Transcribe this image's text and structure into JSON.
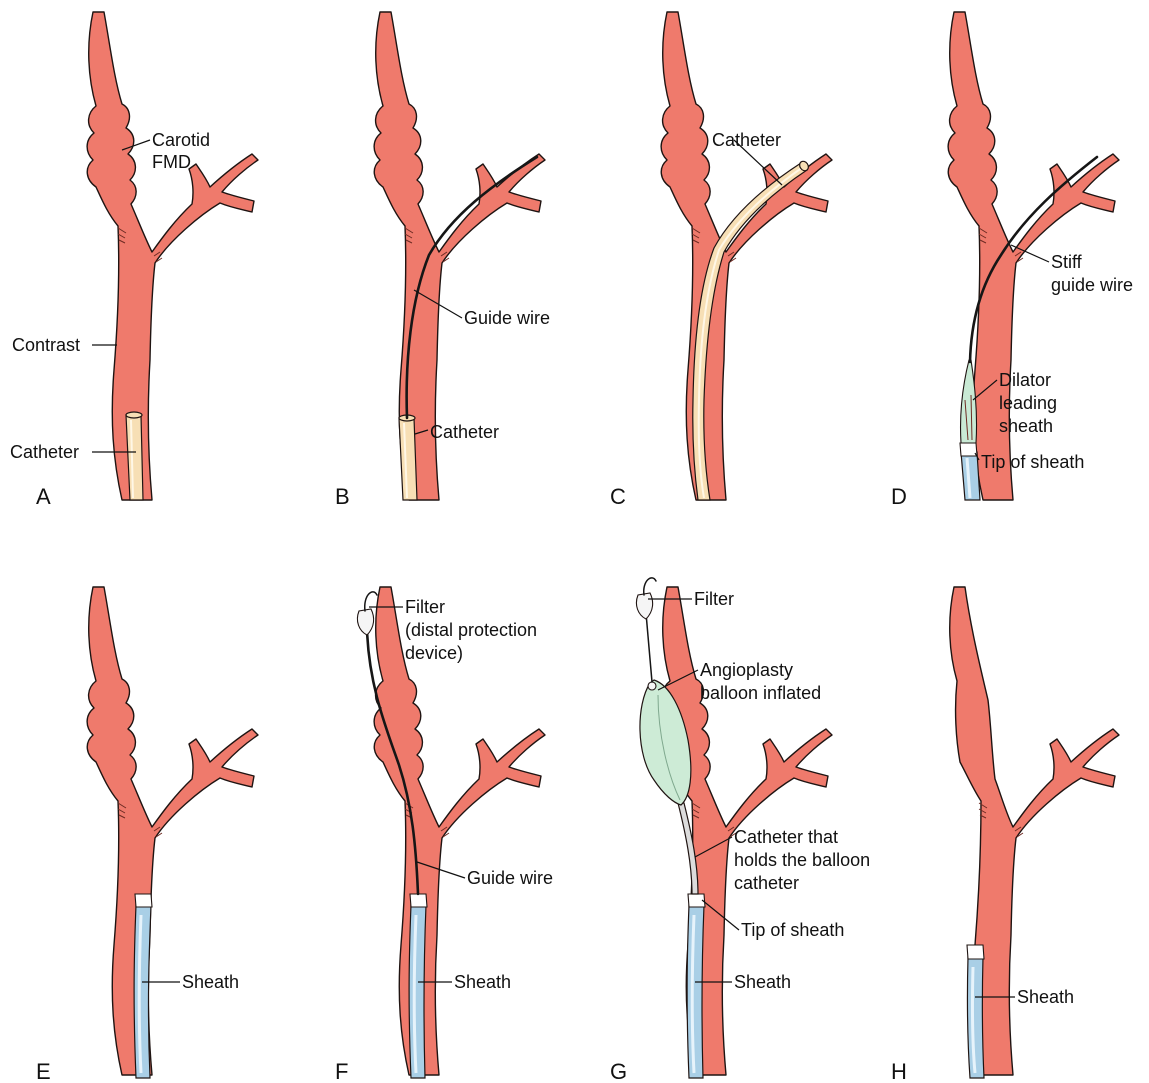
{
  "panels": [
    {
      "letter": "A",
      "labels": {
        "fmd_line1": "Carotid",
        "fmd_line2": "FMD",
        "contrast": "Contrast",
        "catheter": "Catheter"
      }
    },
    {
      "letter": "B",
      "labels": {
        "guide_wire": "Guide wire",
        "catheter": "Catheter"
      }
    },
    {
      "letter": "C",
      "labels": {
        "catheter": "Catheter"
      }
    },
    {
      "letter": "D",
      "labels": {
        "stiff_line1": "Stiff",
        "stiff_line2": "guide wire",
        "dilator_line1": "Dilator",
        "dilator_line2": "leading",
        "dilator_line3": "sheath",
        "tip": "Tip of sheath"
      }
    },
    {
      "letter": "E",
      "labels": {
        "sheath": "Sheath"
      }
    },
    {
      "letter": "F",
      "labels": {
        "filter_line1": "Filter",
        "filter_line2": "(distal protection",
        "filter_line3": "device)",
        "guide_wire": "Guide wire",
        "sheath": "Sheath"
      }
    },
    {
      "letter": "G",
      "labels": {
        "filter": "Filter",
        "balloon_line1": "Angioplasty",
        "balloon_line2": "balloon inflated",
        "cath_line1": "Catheter that",
        "cath_line2": "holds the balloon",
        "cath_line3": "catheter",
        "tip": "Tip of sheath",
        "sheath": "Sheath"
      }
    },
    {
      "letter": "H",
      "labels": {
        "sheath": "Sheath"
      }
    }
  ],
  "colors": {
    "vessel": "#ef7a6c",
    "catheter": "#f7dfb5",
    "sheath": "#a9cfe6",
    "balloon": "#cdebd6",
    "wire": "#161616"
  }
}
